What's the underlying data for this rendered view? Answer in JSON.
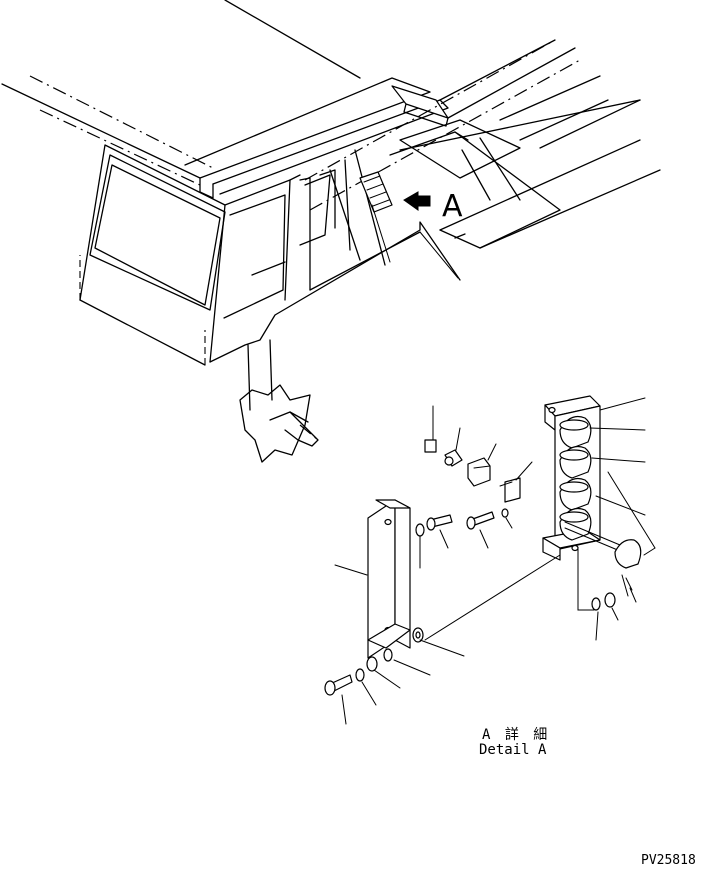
{
  "diagram": {
    "view_marker": "A",
    "detail_caption_jp": "A 詳 細",
    "detail_caption_en": "Detail A",
    "drawing_number": "PV25818"
  }
}
